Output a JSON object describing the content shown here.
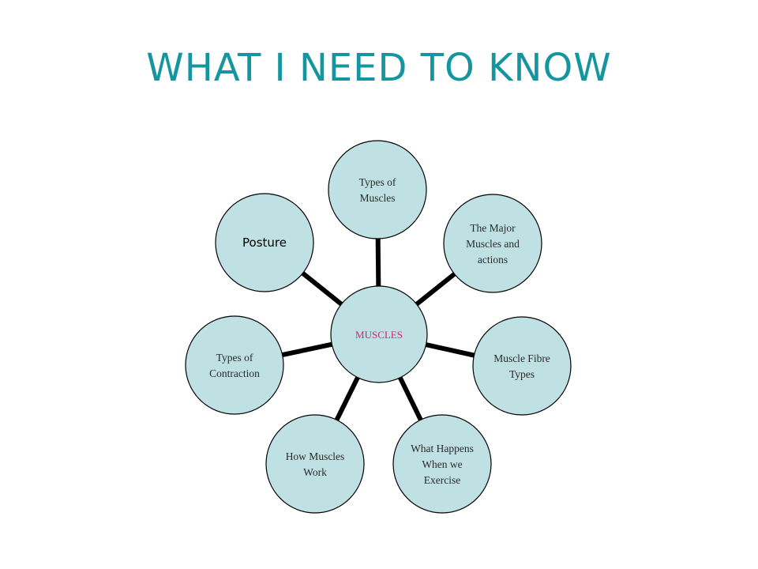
{
  "title": "WHAT I NEED TO KNOW",
  "hub": {
    "label": "MUSCLES",
    "color": "#e01c7a"
  },
  "nodes": [
    {
      "id": "types-of-muscles",
      "lines": [
        "Types of",
        "Muscles"
      ]
    },
    {
      "id": "major-muscles",
      "lines": [
        "The Major",
        "Muscles and",
        "actions"
      ]
    },
    {
      "id": "muscle-fibre-types",
      "lines": [
        "Muscle Fibre",
        "Types"
      ]
    },
    {
      "id": "what-happens-exercise",
      "lines": [
        "What Happens",
        "When we",
        "Exercise"
      ]
    },
    {
      "id": "how-muscles-work",
      "lines": [
        "How Muscles",
        "Work"
      ]
    },
    {
      "id": "types-of-contraction",
      "lines": [
        "Types of",
        "Contraction"
      ]
    },
    {
      "id": "posture",
      "lines": [
        "Posture"
      ]
    }
  ],
  "colors": {
    "title": "#1495a0",
    "circle_fill": "#c0e1e3"
  }
}
